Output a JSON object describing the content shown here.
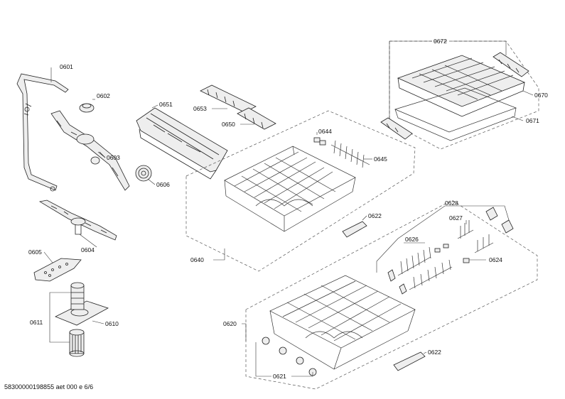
{
  "labels": {
    "p0601": "0601",
    "p0602": "0602",
    "p0603": "0603",
    "p0604": "0604",
    "p0605": "0605",
    "p0606": "0606",
    "p0610": "0610",
    "p0611": "0611",
    "p0620": "0620",
    "p0621": "0621",
    "p0622a": "0622",
    "p0622b": "0622",
    "p0624": "0624",
    "p0626": "0626",
    "p0627": "0627",
    "p0628": "0628",
    "p0640": "0640",
    "p0644": "0644",
    "p0645": "0645",
    "p0650": "0650",
    "p0651": "0651",
    "p0653": "0653",
    "p0670": "0670",
    "p0671": "0671",
    "p0672": "0672"
  },
  "footer": "58300000198855 aet 000 e 6/6"
}
